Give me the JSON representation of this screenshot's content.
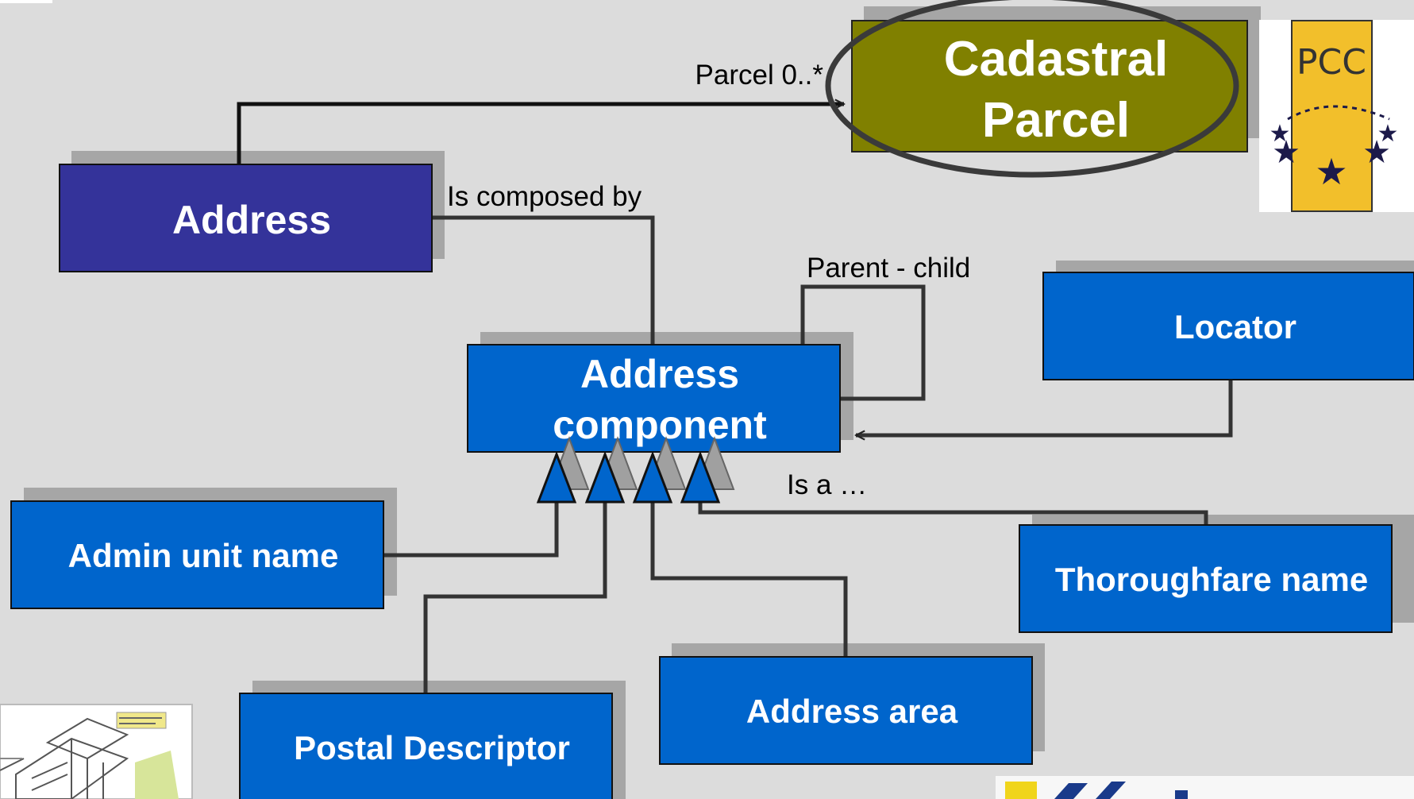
{
  "nodes": {
    "cadastral_parcel": {
      "line1": "Cadastral",
      "line2": "Parcel"
    },
    "address": {
      "label": "Address"
    },
    "address_component": {
      "line1": "Address",
      "line2": "component"
    },
    "locator": {
      "label": "Locator"
    },
    "admin_unit_name": {
      "label": "Admin unit name"
    },
    "thoroughfare_name": {
      "label": "Thoroughfare name"
    },
    "postal_descriptor": {
      "label": "Postal Descriptor"
    },
    "address_area": {
      "label": "Address area"
    }
  },
  "edges": {
    "parcel": "Parcel 0..*",
    "is_composed_by": "Is composed by",
    "parent_child": "Parent - child",
    "is_a": "Is a …"
  },
  "logo": {
    "text": "PCC"
  },
  "colors": {
    "background": "#dcdcdc",
    "component_blue": "#0065cc",
    "address_purple": "#34339a",
    "parcel_olive": "#808000",
    "shadow": "#a6a6a6",
    "line": "#333333"
  }
}
